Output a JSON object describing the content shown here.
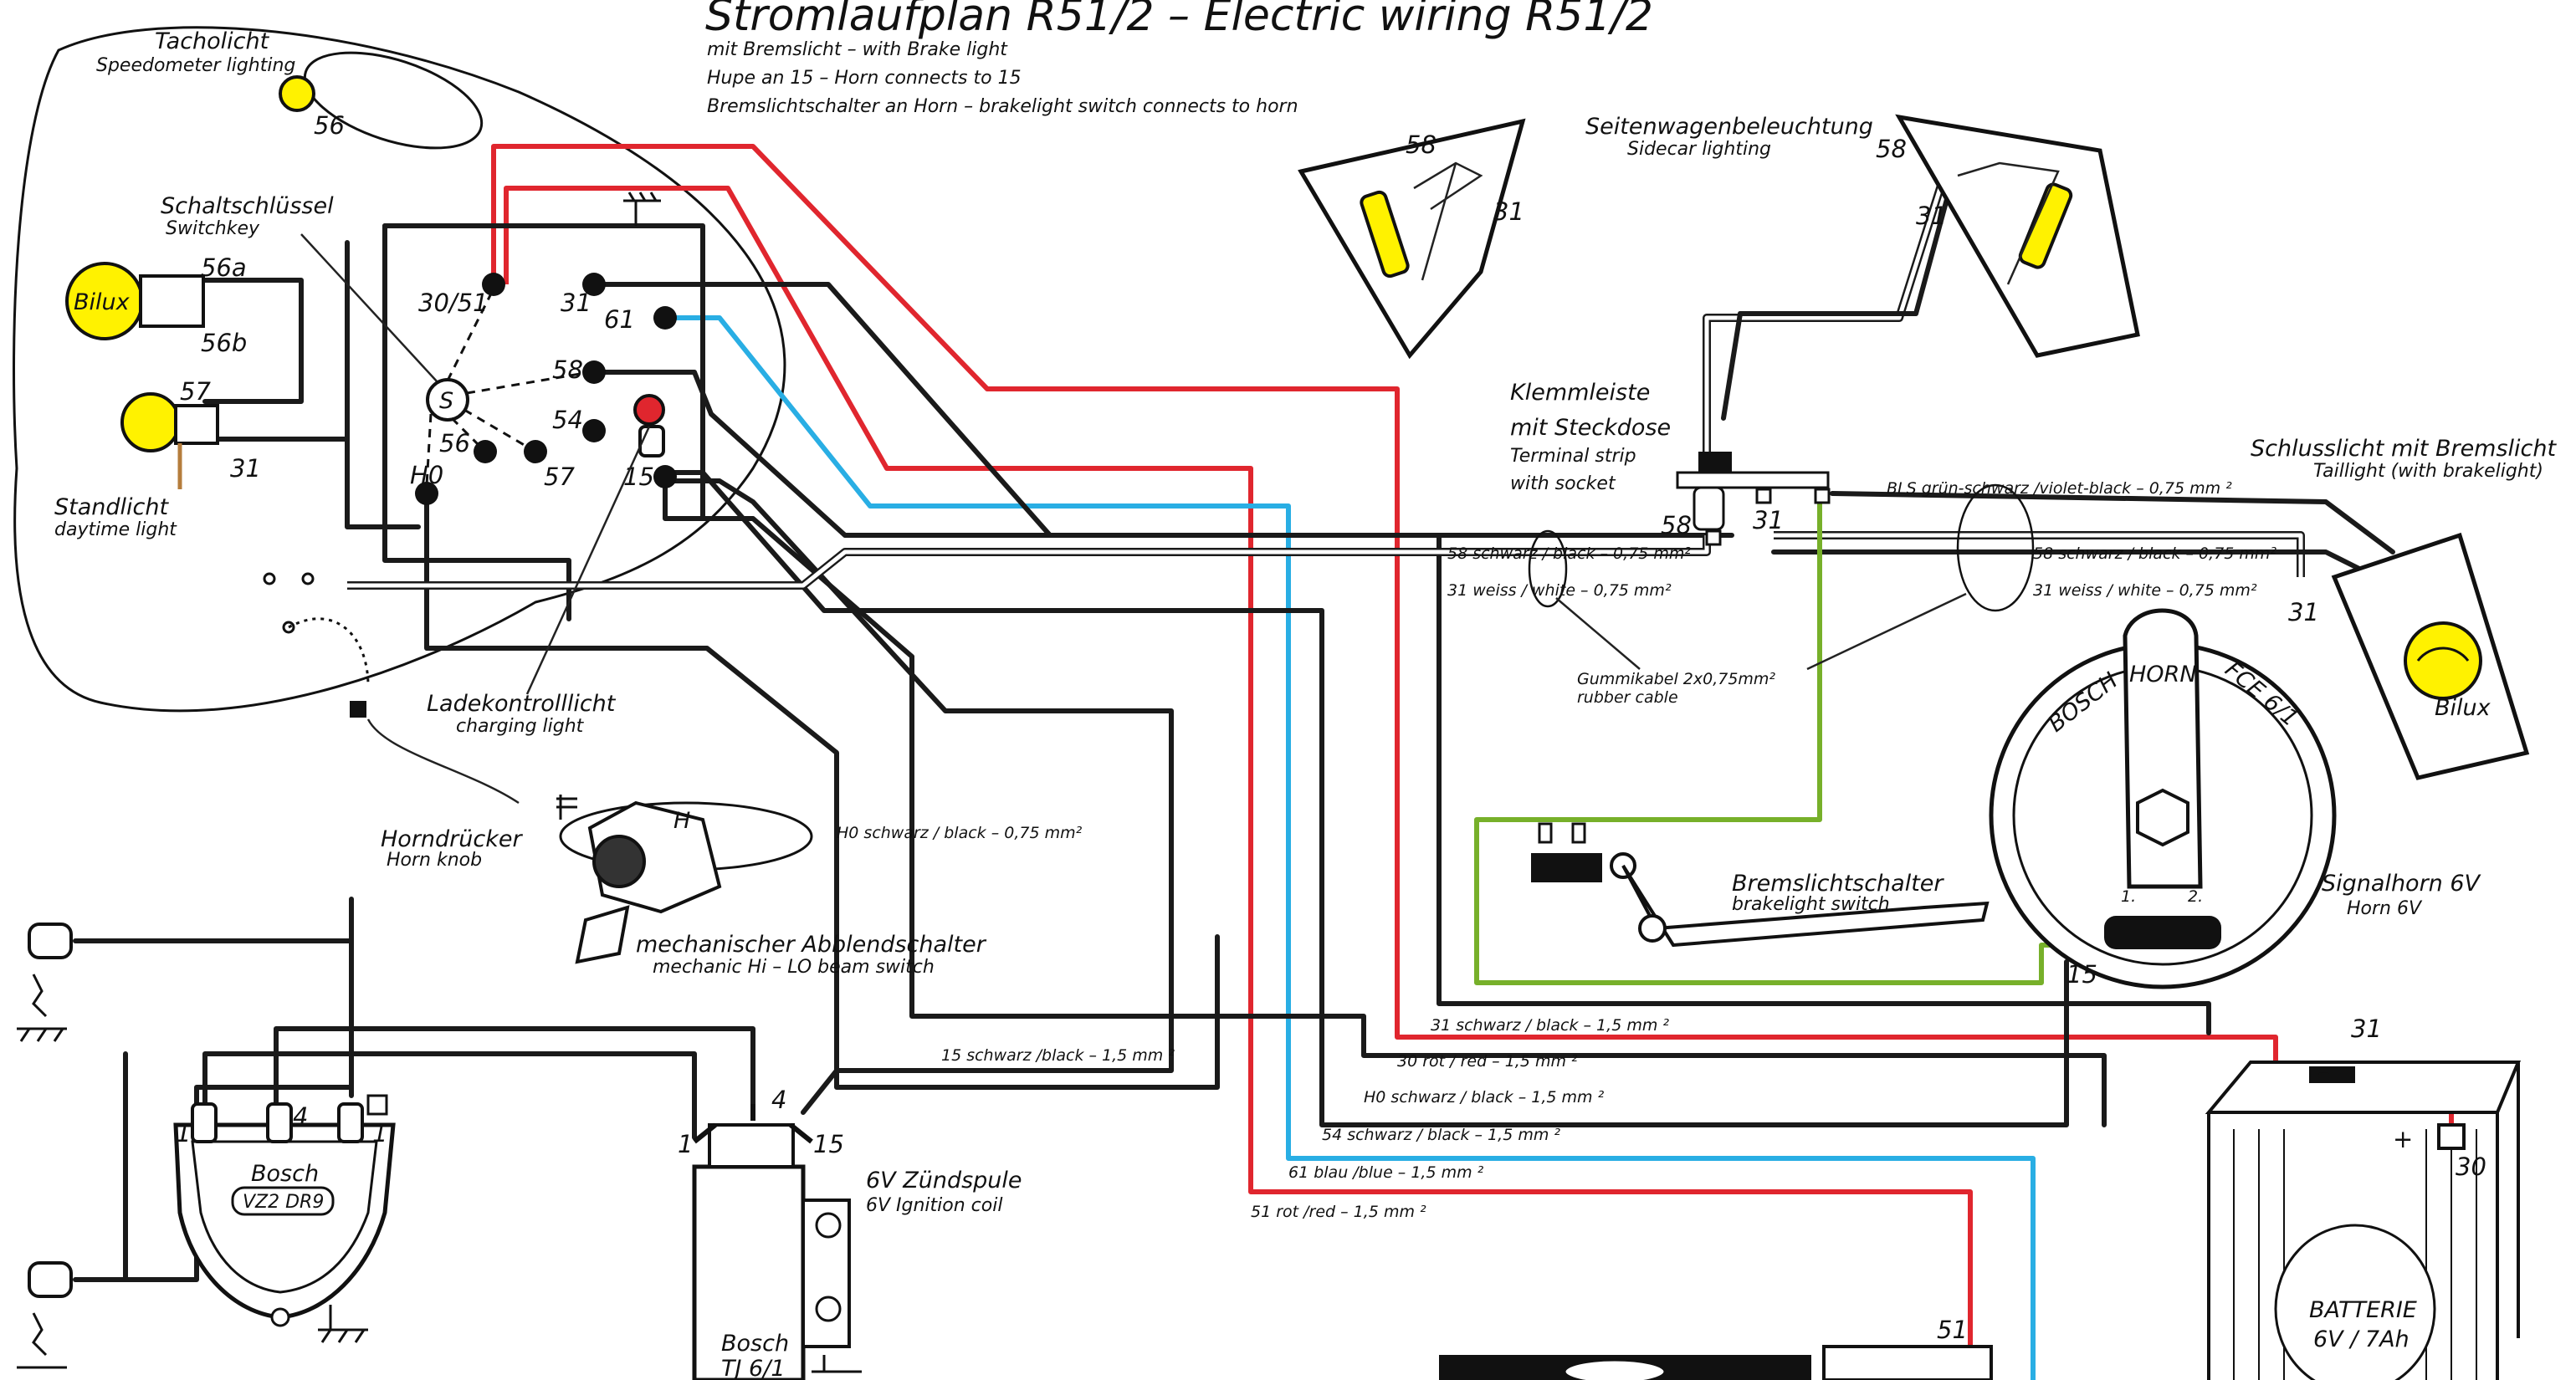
{
  "title": "Stromlaufplan R51/2   –   Electric wiring R51/2",
  "notes": [
    "mit Bremslicht – with Brake light",
    "Hupe an 15 – Horn connects to 15",
    "Bremslichtschalter an Horn – brakelight switch connects to horn"
  ],
  "labels": {
    "tacho_de": "Tacholicht",
    "tacho_en": "Speedometer lighting",
    "switch_de": "Schaltschlüssel",
    "switch_en": "Switchkey",
    "bilux": "Bilux",
    "stand_de": "Standlicht",
    "stand_en": "daytime light",
    "charge_de": "Ladekontrolllicht",
    "charge_en": "charging light",
    "hornknob_de": "Horndrücker",
    "hornknob_en": "Horn knob",
    "beam_de": "mechanischer Abblendschalter",
    "beam_en": "mechanic Hi – LO beam switch",
    "sidecar_de": "Seitenwagenbeleuchtung",
    "sidecar_en": "Sidecar lighting",
    "klemm_de1": "Klemmleiste",
    "klemm_de2": "mit Steckdose",
    "klemm_en1": "Terminal strip",
    "klemm_en2": "with socket",
    "tail_de": "Schlusslicht mit Bremslicht",
    "tail_en": "Taillight (with brakelight)",
    "tail_bilux": "Bilux",
    "gummi_de": "Gummikabel 2x0,75mm²",
    "gummi_en": "rubber cable",
    "brake_de": "Bremslichtschalter",
    "brake_en": "brakelight switch",
    "horn_de": "Signalhorn 6V",
    "horn_en": "Horn 6V",
    "horn_brand": "BOSCH",
    "horn_word": "HORN",
    "horn_model": "FCE 6/1",
    "coil_de": "6V Zündspule",
    "coil_en": "6V Ignition coil",
    "coil_brand": "Bosch",
    "coil_model": "TJ 6/1",
    "dist_brand": "Bosch",
    "dist_model": "VZ2 DR9",
    "batt1": "BATTERIE",
    "batt2": "6V / 7Ah"
  },
  "terminals": {
    "t56_tacho": "56",
    "t3051": "30/51",
    "t31_sw": "31",
    "t61": "61",
    "t58_sw": "58",
    "t54": "54",
    "t15_sw": "15",
    "t56_sw": "56",
    "t57_sw": "57",
    "tH0": "H0",
    "t56a": "56a",
    "t56b": "56b",
    "t57": "57",
    "t31_stand": "31",
    "tS": "S",
    "tH": "H",
    "t58_side_l": "58",
    "t31_side_l": "31",
    "t58_side_r": "58",
    "t31_side_r": "31",
    "t58_klemm": "58",
    "t31_klemm": "31",
    "t31_tail": "31",
    "t15_horn": "15",
    "t1_horn": "1.",
    "t2_horn": "2.",
    "t31_batt": "31",
    "t30_batt": "30",
    "t51_gen": "51",
    "t1_dist_l": "1",
    "t4_dist": "4",
    "t1_dist_r": "1",
    "t1_coil": "1",
    "t4_coil": "4",
    "t15_coil": "15",
    "plus": "+",
    "minus": "–"
  },
  "wires": {
    "bls": "BLS grün-schwarz /violet-black – 0,75 mm ²",
    "w58_l": "58 schwarz / black – 0,75 mm²",
    "w31_l": "31 weiss / white – 0,75 mm²",
    "w58_r": "58 schwarz / black – 0,75 mm²",
    "w31_r": "31 weiss / white – 0,75 mm²",
    "hornwire": "H0 schwarz / black – 0,75 mm²",
    "w15": "15 schwarz /black – 1,5 mm ²",
    "w31_main": "31 schwarz / black – 1,5 mm ²",
    "w30": "30 rot / red – 1,5 mm ²",
    "wH0": "H0 schwarz / black – 1,5 mm ²",
    "w54": "54 schwarz / black – 1,5 mm ²",
    "w61": "61 blau /blue – 1,5 mm ²",
    "w51": "51 rot /red – 1,5 mm ²"
  },
  "colors": {
    "red": "#e0262e",
    "blue": "#29aee4",
    "green": "#77b02a",
    "yellow": "#fff200",
    "black": "#1a1a1a"
  }
}
